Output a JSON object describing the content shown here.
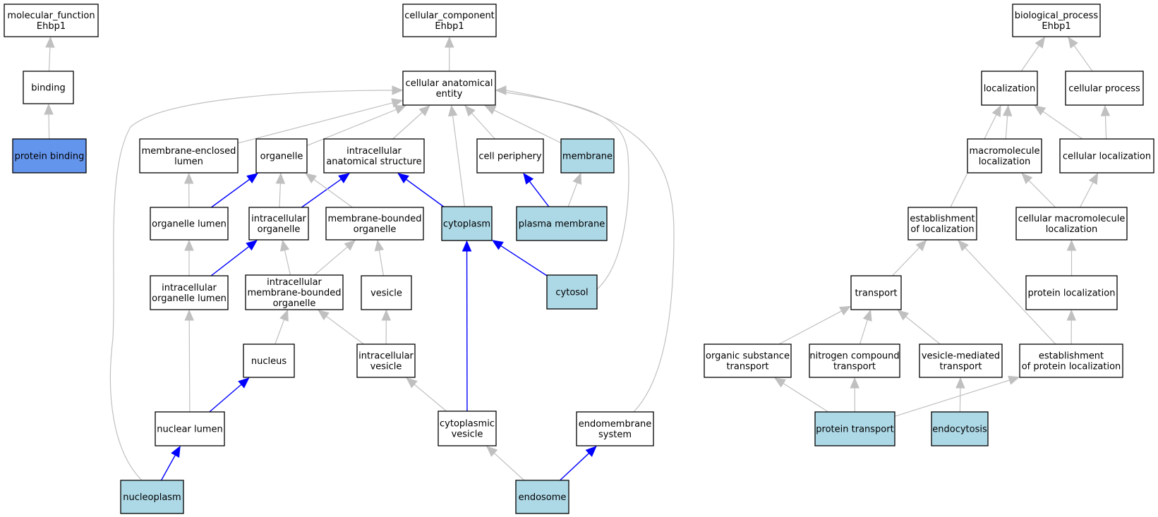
{
  "colors": {
    "plain": "#ffffff",
    "annotated": "#add8e6",
    "query": "#6495ed",
    "is_a_edge": "#c0c0c0",
    "part_of_edge": "#0000ff"
  },
  "nodes": [
    {
      "id": "mf",
      "lines": [
        "molecular_function",
        "Ehbp1"
      ],
      "style": "plain"
    },
    {
      "id": "binding",
      "lines": [
        "binding"
      ],
      "style": "plain"
    },
    {
      "id": "protein_binding",
      "lines": [
        "protein binding"
      ],
      "style": "query"
    },
    {
      "id": "cc",
      "lines": [
        "cellular_component",
        "Ehbp1"
      ],
      "style": "plain"
    },
    {
      "id": "cae",
      "lines": [
        "cellular anatomical",
        "entity"
      ],
      "style": "plain"
    },
    {
      "id": "mel",
      "lines": [
        "membrane-enclosed",
        "lumen"
      ],
      "style": "plain"
    },
    {
      "id": "organelle",
      "lines": [
        "organelle"
      ],
      "style": "plain"
    },
    {
      "id": "ias",
      "lines": [
        "intracellular",
        "anatomical structure"
      ],
      "style": "plain"
    },
    {
      "id": "cellper",
      "lines": [
        "cell periphery"
      ],
      "style": "plain"
    },
    {
      "id": "membrane",
      "lines": [
        "membrane"
      ],
      "style": "annotated"
    },
    {
      "id": "orglumen",
      "lines": [
        "organelle lumen"
      ],
      "style": "plain"
    },
    {
      "id": "intorg",
      "lines": [
        "intracellular",
        "organelle"
      ],
      "style": "plain"
    },
    {
      "id": "mbo",
      "lines": [
        "membrane-bounded",
        "organelle"
      ],
      "style": "plain"
    },
    {
      "id": "cytoplasm",
      "lines": [
        "cytoplasm"
      ],
      "style": "annotated"
    },
    {
      "id": "plasmamem",
      "lines": [
        "plasma membrane"
      ],
      "style": "annotated"
    },
    {
      "id": "iol",
      "lines": [
        "intracellular",
        "organelle lumen"
      ],
      "style": "plain"
    },
    {
      "id": "imbo",
      "lines": [
        "intracellular",
        "membrane-bounded",
        "organelle"
      ],
      "style": "plain"
    },
    {
      "id": "vesicle",
      "lines": [
        "vesicle"
      ],
      "style": "plain"
    },
    {
      "id": "cytosol",
      "lines": [
        "cytosol"
      ],
      "style": "annotated"
    },
    {
      "id": "nucleus",
      "lines": [
        "nucleus"
      ],
      "style": "plain"
    },
    {
      "id": "intves",
      "lines": [
        "intracellular",
        "vesicle"
      ],
      "style": "plain"
    },
    {
      "id": "nuclumen",
      "lines": [
        "nuclear lumen"
      ],
      "style": "plain"
    },
    {
      "id": "cytves",
      "lines": [
        "cytoplasmic",
        "vesicle"
      ],
      "style": "plain"
    },
    {
      "id": "endomem",
      "lines": [
        "endomembrane",
        "system"
      ],
      "style": "plain"
    },
    {
      "id": "nucleoplasm",
      "lines": [
        "nucleoplasm"
      ],
      "style": "annotated"
    },
    {
      "id": "endosome",
      "lines": [
        "endosome"
      ],
      "style": "annotated"
    },
    {
      "id": "bp",
      "lines": [
        "biological_process",
        "Ehbp1"
      ],
      "style": "plain"
    },
    {
      "id": "localization",
      "lines": [
        "localization"
      ],
      "style": "plain"
    },
    {
      "id": "cellproc",
      "lines": [
        "cellular process"
      ],
      "style": "plain"
    },
    {
      "id": "macroloc",
      "lines": [
        "macromolecule",
        "localization"
      ],
      "style": "plain"
    },
    {
      "id": "cellloc",
      "lines": [
        "cellular localization"
      ],
      "style": "plain"
    },
    {
      "id": "estloc",
      "lines": [
        "establishment",
        "of localization"
      ],
      "style": "plain"
    },
    {
      "id": "cmloc",
      "lines": [
        "cellular macromolecule",
        "localization"
      ],
      "style": "plain"
    },
    {
      "id": "transport",
      "lines": [
        "transport"
      ],
      "style": "plain"
    },
    {
      "id": "protloc",
      "lines": [
        "protein localization"
      ],
      "style": "plain"
    },
    {
      "id": "ost",
      "lines": [
        "organic substance",
        "transport"
      ],
      "style": "plain"
    },
    {
      "id": "nct",
      "lines": [
        "nitrogen compound",
        "transport"
      ],
      "style": "plain"
    },
    {
      "id": "vmt",
      "lines": [
        "vesicle-mediated",
        "transport"
      ],
      "style": "plain"
    },
    {
      "id": "estprotloc",
      "lines": [
        "establishment",
        "of protein localization"
      ],
      "style": "plain"
    },
    {
      "id": "prottrans",
      "lines": [
        "protein transport"
      ],
      "style": "annotated"
    },
    {
      "id": "endocytosis",
      "lines": [
        "endocytosis"
      ],
      "style": "annotated"
    }
  ],
  "edges": [
    {
      "from": "binding",
      "to": "mf",
      "type": "is_a"
    },
    {
      "from": "protein_binding",
      "to": "binding",
      "type": "is_a"
    },
    {
      "from": "cae",
      "to": "cc",
      "type": "is_a"
    },
    {
      "from": "mel",
      "to": "cae",
      "type": "is_a"
    },
    {
      "from": "organelle",
      "to": "cae",
      "type": "is_a"
    },
    {
      "from": "ias",
      "to": "cae",
      "type": "is_a"
    },
    {
      "from": "cellper",
      "to": "cae",
      "type": "is_a"
    },
    {
      "from": "membrane",
      "to": "cae",
      "type": "is_a"
    },
    {
      "from": "cytoplasm",
      "to": "cae",
      "type": "is_a"
    },
    {
      "from": "cytosol",
      "to": "cae",
      "type": "is_a"
    },
    {
      "from": "nucleoplasm",
      "to": "cae",
      "type": "is_a"
    },
    {
      "from": "endomem",
      "to": "cae",
      "type": "is_a"
    },
    {
      "from": "orglumen",
      "to": "mel",
      "type": "is_a"
    },
    {
      "from": "orglumen",
      "to": "organelle",
      "type": "part_of"
    },
    {
      "from": "intorg",
      "to": "organelle",
      "type": "is_a"
    },
    {
      "from": "intorg",
      "to": "ias",
      "type": "part_of"
    },
    {
      "from": "mbo",
      "to": "organelle",
      "type": "is_a"
    },
    {
      "from": "cytoplasm",
      "to": "ias",
      "type": "part_of"
    },
    {
      "from": "plasmamem",
      "to": "cellper",
      "type": "part_of"
    },
    {
      "from": "plasmamem",
      "to": "membrane",
      "type": "is_a"
    },
    {
      "from": "iol",
      "to": "orglumen",
      "type": "is_a"
    },
    {
      "from": "iol",
      "to": "intorg",
      "type": "part_of"
    },
    {
      "from": "imbo",
      "to": "intorg",
      "type": "is_a"
    },
    {
      "from": "imbo",
      "to": "mbo",
      "type": "is_a"
    },
    {
      "from": "vesicle",
      "to": "mbo",
      "type": "is_a"
    },
    {
      "from": "cytosol",
      "to": "cytoplasm",
      "type": "part_of"
    },
    {
      "from": "nucleus",
      "to": "imbo",
      "type": "is_a"
    },
    {
      "from": "intves",
      "to": "imbo",
      "type": "is_a"
    },
    {
      "from": "intves",
      "to": "vesicle",
      "type": "is_a"
    },
    {
      "from": "nuclumen",
      "to": "iol",
      "type": "is_a"
    },
    {
      "from": "nuclumen",
      "to": "nucleus",
      "type": "part_of"
    },
    {
      "from": "cytves",
      "to": "intves",
      "type": "is_a"
    },
    {
      "from": "cytves",
      "to": "cytoplasm",
      "type": "part_of"
    },
    {
      "from": "nucleoplasm",
      "to": "nuclumen",
      "type": "part_of"
    },
    {
      "from": "endosome",
      "to": "cytves",
      "type": "is_a"
    },
    {
      "from": "endosome",
      "to": "endomem",
      "type": "part_of"
    },
    {
      "from": "localization",
      "to": "bp",
      "type": "is_a"
    },
    {
      "from": "cellproc",
      "to": "bp",
      "type": "is_a"
    },
    {
      "from": "macroloc",
      "to": "localization",
      "type": "is_a"
    },
    {
      "from": "cellloc",
      "to": "localization",
      "type": "is_a"
    },
    {
      "from": "cellloc",
      "to": "cellproc",
      "type": "is_a"
    },
    {
      "from": "estloc",
      "to": "localization",
      "type": "is_a"
    },
    {
      "from": "cmloc",
      "to": "macroloc",
      "type": "is_a"
    },
    {
      "from": "cmloc",
      "to": "cellloc",
      "type": "is_a"
    },
    {
      "from": "transport",
      "to": "estloc",
      "type": "is_a"
    },
    {
      "from": "protloc",
      "to": "cmloc",
      "type": "is_a"
    },
    {
      "from": "ost",
      "to": "transport",
      "type": "is_a"
    },
    {
      "from": "nct",
      "to": "transport",
      "type": "is_a"
    },
    {
      "from": "vmt",
      "to": "transport",
      "type": "is_a"
    },
    {
      "from": "estprotloc",
      "to": "estloc",
      "type": "is_a"
    },
    {
      "from": "estprotloc",
      "to": "protloc",
      "type": "is_a"
    },
    {
      "from": "prottrans",
      "to": "ost",
      "type": "is_a"
    },
    {
      "from": "prottrans",
      "to": "nct",
      "type": "is_a"
    },
    {
      "from": "prottrans",
      "to": "estprotloc",
      "type": "is_a"
    },
    {
      "from": "endocytosis",
      "to": "vmt",
      "type": "is_a"
    }
  ]
}
